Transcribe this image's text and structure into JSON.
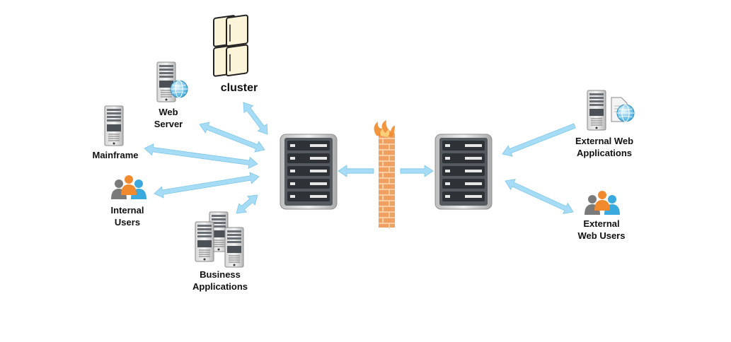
{
  "labels": {
    "cluster": "cluster",
    "web_server": "Web\nServer",
    "mainframe": "Mainframe",
    "internal_users": "Internal\nUsers",
    "business_applications": "Business\nApplications",
    "external_web_applications": "External Web\nApplications",
    "external_web_users": "External\nWeb Users"
  },
  "colors": {
    "arrow": "#a6dcf5",
    "arrow_edge": "#7cc6ea",
    "firewall": "#f0a060",
    "firewall_mortar": "#fbd9b5",
    "flame": "#f08a2c",
    "server_frame": "#9a9a9a",
    "server_body": "#555a61",
    "user_orange": "#f08a2c",
    "user_blue": "#3aa9dd",
    "user_grey": "#7a7a7a"
  },
  "icons": [
    "cluster-icon",
    "web-server-icon",
    "globe-icon",
    "mainframe-icon",
    "internal-users-icon",
    "business-applications-icon",
    "gateway-server-icon",
    "firewall-icon",
    "flame-icon",
    "external-server-icon",
    "external-web-applications-icon",
    "document-icon",
    "external-web-users-icon"
  ]
}
